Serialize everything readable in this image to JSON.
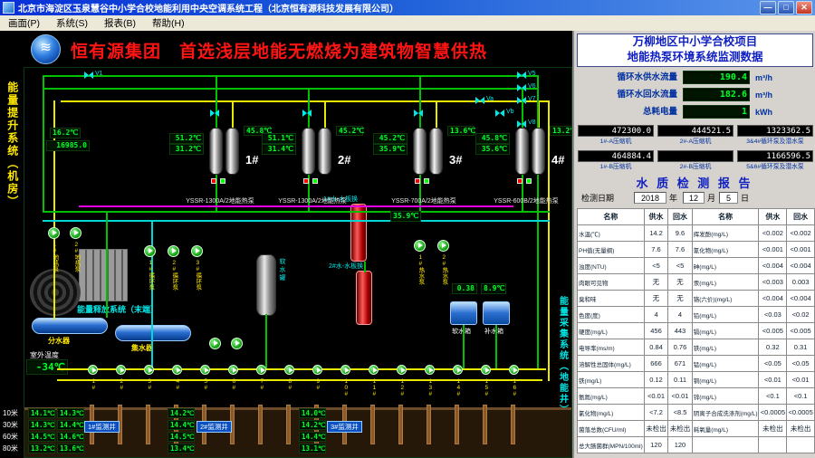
{
  "window": {
    "title": "北京市海淀区玉泉慧谷中小学合校地能利用中央空调系统工程（北京恒有源科技发展有限公司）",
    "minimize": "—",
    "maximize": "□",
    "close": "✕"
  },
  "menu": {
    "items": [
      "画面(P)",
      "系统(S)",
      "报表(B)",
      "帮助(H)"
    ]
  },
  "header": {
    "main_title": "恒有源集团　首选浅层地能无燃烧为建筑物智慧供热",
    "project_title_line1": "万柳地区中小学合校项目",
    "project_title_line2": "地能热泵环境系统监测数据"
  },
  "sidebars": {
    "left": "能量提升系统（机房）",
    "release": "能量释放系统（末端）",
    "right": "能量采集系统（地能井）"
  },
  "metrics": {
    "rows": [
      {
        "label": "循环水供水流量",
        "value": "190.4",
        "unit": "m³/h"
      },
      {
        "label": "循环水回水流量",
        "value": "182.6",
        "unit": "m³/h"
      },
      {
        "label": "总耗电量",
        "value": "1",
        "unit": "kWh"
      }
    ]
  },
  "counters": {
    "items": [
      {
        "value": "472300.0",
        "label": "1#-A压缩机"
      },
      {
        "value": "444521.5",
        "label": "2#-A压缩机"
      },
      {
        "value": "1323362.5",
        "label": "3&4#循环泵及潜水泵"
      },
      {
        "value": "464884.4",
        "label": "1#-B压缩机"
      },
      {
        "value": "",
        "label": "2#-B压缩机"
      },
      {
        "value": "1166596.5",
        "label": "5&6#循环泵及潜水泵"
      }
    ]
  },
  "report": {
    "title": "水 质 检 测 报 告",
    "date_label": "检测日期",
    "year": "2018",
    "unit_year": "年",
    "month": "12",
    "unit_month": "月",
    "day": "5",
    "unit_day": "日",
    "headers": [
      "名称",
      "供水",
      "回水",
      "名称",
      "供水",
      "回水"
    ],
    "rows": [
      [
        "水温(℃)",
        "14.2",
        "9.6",
        "挥发酚(mg/L)",
        "<0.002",
        "<0.002"
      ],
      [
        "PH值(无量纲)",
        "7.6",
        "7.6",
        "氰化物(mg/L)",
        "<0.001",
        "<0.001"
      ],
      [
        "浊度(NTU)",
        "<5",
        "<5",
        "砷(mg/L)",
        "<0.004",
        "<0.004"
      ],
      [
        "肉眼可见物",
        "无",
        "无",
        "汞(mg/L)",
        "<0.003",
        "0.003"
      ],
      [
        "臭和味",
        "无",
        "无",
        "铬(六价)(mg/L)",
        "<0.004",
        "<0.004"
      ],
      [
        "色度(度)",
        "4",
        "4",
        "铅(mg/L)",
        "<0.03",
        "<0.02"
      ],
      [
        "硬度(mg/L)",
        "456",
        "443",
        "镉(mg/L)",
        "<0.005",
        "<0.005"
      ],
      [
        "电导率(ms/m)",
        "0.84",
        "0.76",
        "铁(mg/L)",
        "0.32",
        "0.31"
      ],
      [
        "溶解性总固体(mg/L)",
        "666",
        "671",
        "锰(mg/L)",
        "<0.05",
        "<0.05"
      ],
      [
        "铁(mg/L)",
        "0.12",
        "0.11",
        "铜(mg/L)",
        "<0.01",
        "<0.01"
      ],
      [
        "氨氮(mg/L)",
        "<0.01",
        "<0.01",
        "锌(mg/L)",
        "<0.1",
        "<0.1"
      ],
      [
        "氯化物(mg/L)",
        "<7.2",
        "<8.5",
        "阴离子合成洗涤剂(mg/L)",
        "<0.0005",
        "<0.0005"
      ],
      [
        "菌落总数(CFU/ml)",
        "未检出",
        "未检出",
        "耗氧量(mg/L)",
        "未检出",
        "未检出"
      ],
      [
        "总大肠菌群(MPN/100ml)",
        "120",
        "120",
        "",
        "",
        ""
      ]
    ]
  },
  "diagram": {
    "units": [
      {
        "id": "1#",
        "model": "YSSR-1300A/2地能热泵",
        "led": [
          "51.2℃",
          "31.2℃"
        ],
        "led2": "45.8℃"
      },
      {
        "id": "2#",
        "model": "YSSR-1300A/2地能热泵",
        "led": [
          "51.1℃",
          "31.4℃"
        ],
        "led2": "45.2℃"
      },
      {
        "id": "3#",
        "model": "YSSR-700A/2地能热泵",
        "led": [
          "45.2℃",
          "35.9℃"
        ],
        "led2": "13.6℃"
      },
      {
        "id": "4#",
        "model": "YSSR-600B/2地能热泵",
        "led": [
          "45.8℃",
          "35.6℃"
        ],
        "led2": "13.2℃"
      }
    ],
    "valve_labels": [
      "V1",
      "V5",
      "V6",
      "V7",
      "Va",
      "Vb",
      "V8"
    ],
    "pump_labels": [
      "1#地热泵",
      "2#地热泵",
      "1#循环泵",
      "2#循环泵",
      "3#循环泵",
      "1#热水泵",
      "2#热水泵"
    ],
    "misc_leds": [
      "16.2℃",
      "16985.0",
      "35.9℃",
      "0.38",
      "8.9℃"
    ],
    "labels": {
      "fenshuiqi": "分水器",
      "jishuiqi": "集水器",
      "soft_tank": "软水罐",
      "soft_box": "软水箱",
      "makeup_box": "补水箱",
      "hx1": "1#水-水板换",
      "hx2": "2#水-水板换",
      "outdoor_label": "室外温度",
      "outdoor_value": "-34℃"
    },
    "well_pump_count": 16
  },
  "wells": {
    "depths": [
      "10米",
      "30米",
      "60米",
      "80米"
    ],
    "labels": [
      "1#监测井",
      "2#监测井",
      "3#监测井"
    ],
    "columns": [
      [
        "14.1℃",
        "14.3℃",
        "14.5℃",
        "13.2℃"
      ],
      [
        "14.3℃",
        "14.4℃",
        "14.6℃",
        "13.6℃"
      ],
      [
        "14.2℃",
        "14.4℃",
        "14.5℃",
        "13.4℃"
      ],
      [
        "14.0℃",
        "14.2℃",
        "14.4℃",
        "13.1℃"
      ]
    ]
  }
}
